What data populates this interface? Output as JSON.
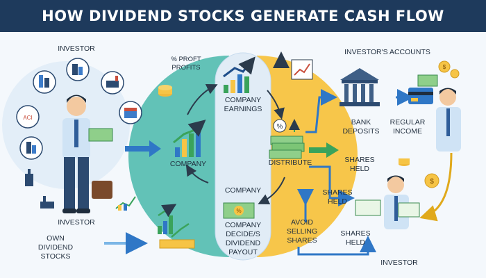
{
  "title": "HOW DIVIDEND STOCKS GENERATE CASH FLOW",
  "labels": {
    "investor_top": "INVESTOR",
    "investor_bottom_left": "INVESTOR",
    "own_dividend_stocks": "OWN\nDIVIDEND\nSTOCKS",
    "profit_heading": "% PROFT\nPROFITS",
    "company_earnings": "COMPANY\nEARNINGS",
    "company_center": "COMPANY",
    "company_lower": "COMPANY",
    "company_decides": "COMPANY\nDECIDE/S\nDIVIDEND\nPAYOUT",
    "distribute": "DISTRIBUTE",
    "investors_accounts": "INVESTOR'S ACCOUNTS",
    "bank_deposits": "BANK\nDEPOSITS",
    "regular_income": "REGULAR\nINCOME",
    "shares_held_1": "SHARES\nHELD",
    "shares_held_2": "SHARES\nHELD",
    "shares_held_3": "SHARES\nHELD",
    "avoid_selling": "AVOID\nSELLING\nSHARES",
    "investor_bottom_right": "INVESTOR"
  },
  "icon_text": {
    "aci": "ACI",
    "bank_logo": "Bank",
    "percent": "%",
    "dollar": "$"
  },
  "colors": {
    "banner": "#1e3a5c",
    "teal": "#5bbfb5",
    "yellow": "#f6c445",
    "blue_arrow": "#2f77c6",
    "green_arrow": "#3aa35b",
    "money": "#7cc576",
    "shirt": "#cfe3f5",
    "suit_pants": "#2c4a70"
  }
}
